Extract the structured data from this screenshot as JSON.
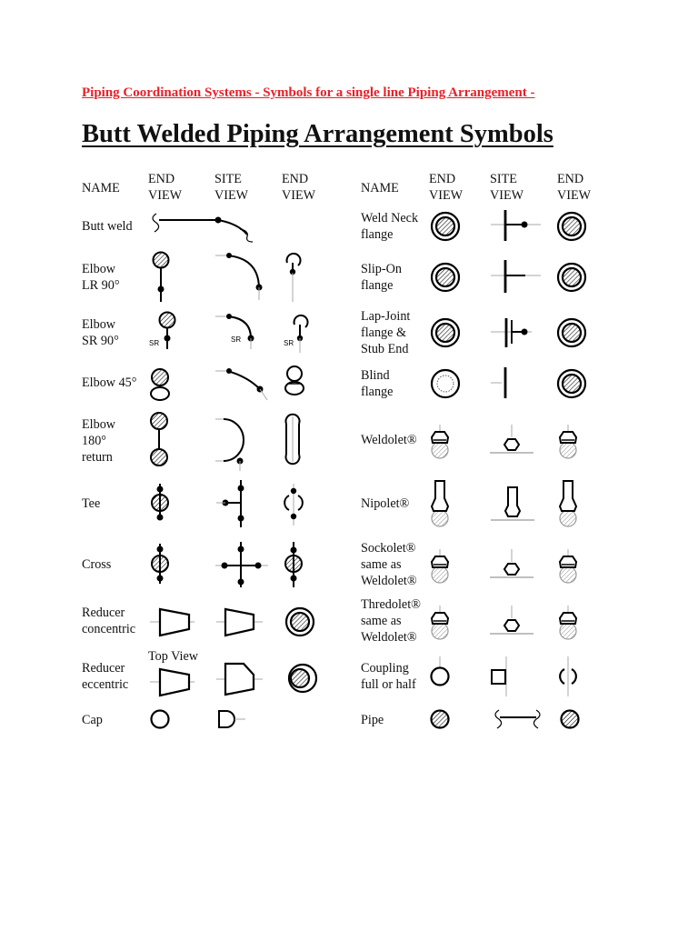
{
  "header": {
    "link_text": "Piping Coordination Systems - Symbols for a single line Piping Arrangement -",
    "title": "Butt Welded Piping Arrangement Symbols"
  },
  "columns": {
    "name": "NAME",
    "end_view": "END\nVIEW",
    "site_view": "SITE\nVIEW"
  },
  "rows_left": [
    "Butt weld",
    "Elbow\nLR 90°",
    "Elbow\nSR 90°",
    "Elbow 45°",
    "Elbow\n180°\nreturn",
    "Tee",
    "Cross",
    "Reducer\nconcentric",
    "Reducer\neccentric",
    "Cap"
  ],
  "rows_right": [
    "Weld Neck\nflange",
    "Slip-On\nflange",
    "Lap-Joint\nflange &\nStub End",
    "Blind\nflange",
    "Weldolet®",
    "Nipolet®",
    "Sockolet®\nsame as\nWeldolet®",
    "Thredolet®\nsame as\nWeldolet®",
    "Coupling\nfull or half",
    "Pipe"
  ],
  "annotations": {
    "top_view": "Top View",
    "short_radius": "SR"
  },
  "colors": {
    "link": "#e8202a",
    "ink": "#000000"
  }
}
